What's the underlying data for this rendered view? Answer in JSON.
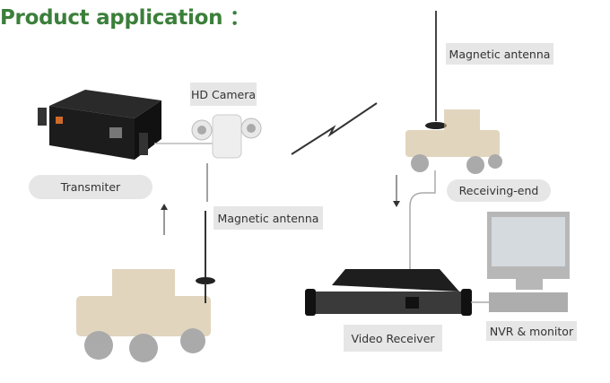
{
  "title": "Product application ：",
  "labels": {
    "hd_camera": "HD Camera",
    "transmitter": "Transmiter",
    "magnetic_antenna_top": "Magnetic antenna",
    "receiving_end": "Receiving-end",
    "magnetic_antenna_bottom": "Magnetic antenna",
    "video_receiver": "Video Receiver",
    "nvr_monitor": "NVR & monitor"
  },
  "colors": {
    "title": "#3b7f3a",
    "label_bg": "#e6e6e6",
    "truck": "#d9c7a6"
  }
}
